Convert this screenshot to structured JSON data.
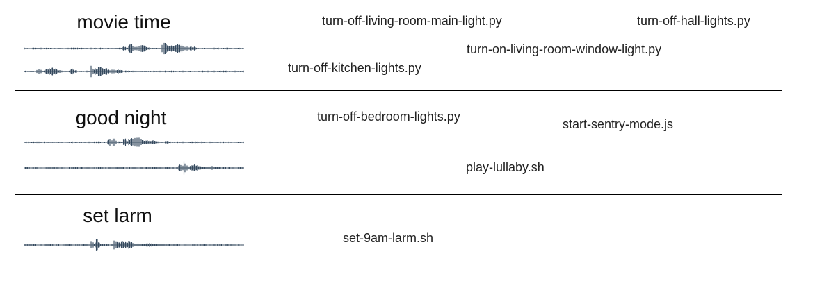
{
  "commands": [
    {
      "title": "movie time",
      "scripts": [
        "turn-off-living-room-main-light.py",
        "turn-off-hall-lights.py",
        "turn-on-living-room-window-light.py",
        "turn-off-kitchen-lights.py"
      ]
    },
    {
      "title": "good night",
      "scripts": [
        "turn-off-bedroom-lights.py",
        "start-sentry-mode.js",
        "play-lullaby.sh"
      ]
    },
    {
      "title": "set larm",
      "scripts": [
        "set-9am-larm.sh"
      ]
    }
  ],
  "colors": {
    "waveform": "#34495e",
    "divider": "#000000"
  }
}
